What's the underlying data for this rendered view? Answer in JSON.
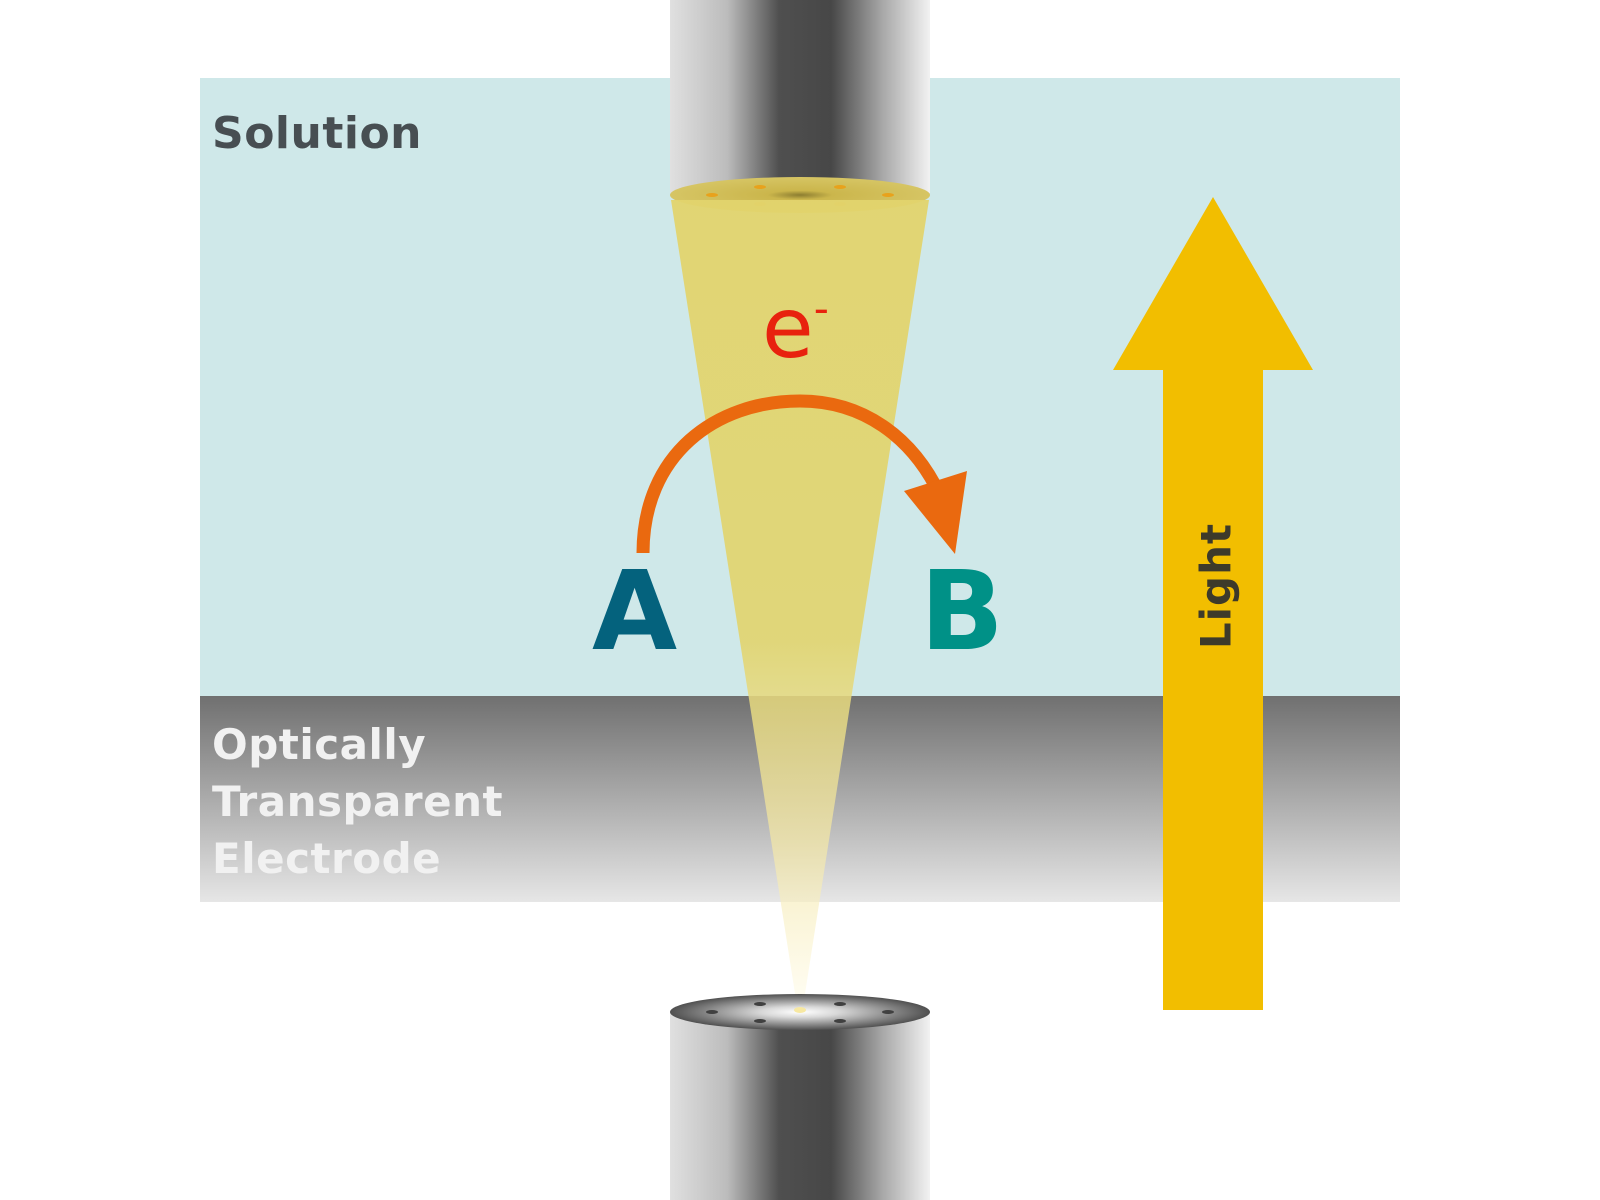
{
  "labels": {
    "solution": "Solution",
    "electrode_lines": [
      "Optically",
      "Transparent",
      "Electrode"
    ],
    "species_a": "A",
    "species_b": "B",
    "electron": "e",
    "electron_charge": "-",
    "light": "Light"
  },
  "colors": {
    "solution_fill": "#cfe8e9",
    "electrode_fill_top": "#707070",
    "electrode_fill_bottom": "#e6e6e6",
    "beam": "#e2d46d",
    "electron_arrow": "#ea690f",
    "light_arrow": "#f2be00",
    "species_a": "#04627d",
    "species_b": "#009187",
    "electron_text": "#e8220e"
  },
  "icons": {
    "upper_probe": "optical-fiber-probe-icon",
    "lower_probe": "optical-fiber-probe-icon",
    "electron_transfer": "curved-arrow-icon",
    "light_direction": "up-arrow-icon"
  }
}
